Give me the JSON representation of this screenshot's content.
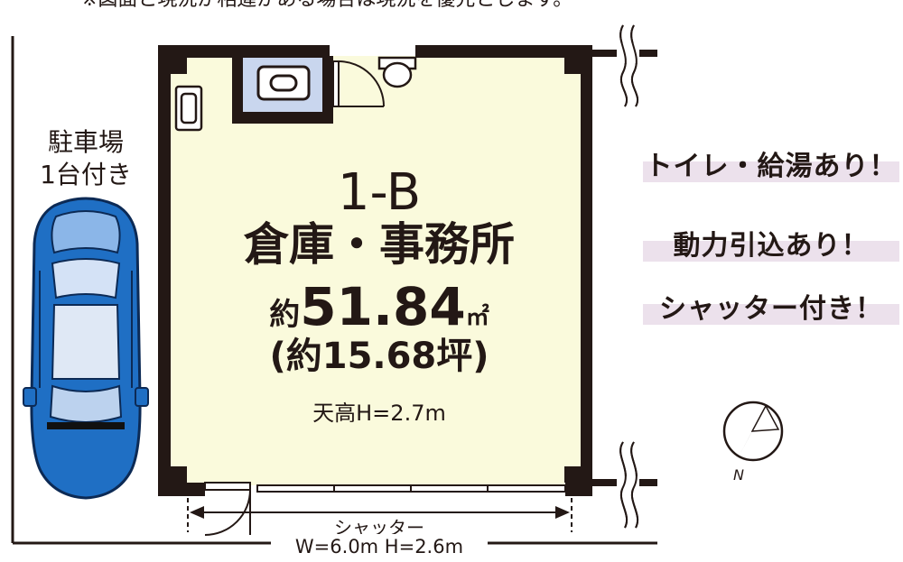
{
  "top_note": "※図面と現況が相違がある場合は現況を優先とします。",
  "parking": {
    "line1": "駐車場",
    "line2": "1台付き"
  },
  "unit": {
    "id": "1-B",
    "use": "倉庫・事務所",
    "area_prefix": "約",
    "area_value": "51.84",
    "area_unit": "㎡",
    "tsubo": "(約15.68坪)",
    "ceiling": "天高H=2.7m"
  },
  "shutter": {
    "label": "シャッター",
    "size": "W=6.0m H=2.6m"
  },
  "features": [
    "トイレ・給湯あり！",
    "動力引込あり！",
    "シャッター付き！"
  ],
  "compass_label": "N",
  "colors": {
    "floor": "#fafadc",
    "wall": "#231815",
    "toilet_room": "#c9d6ee",
    "car_body": "#1f6fc4",
    "highlight": "#ece1ec"
  }
}
